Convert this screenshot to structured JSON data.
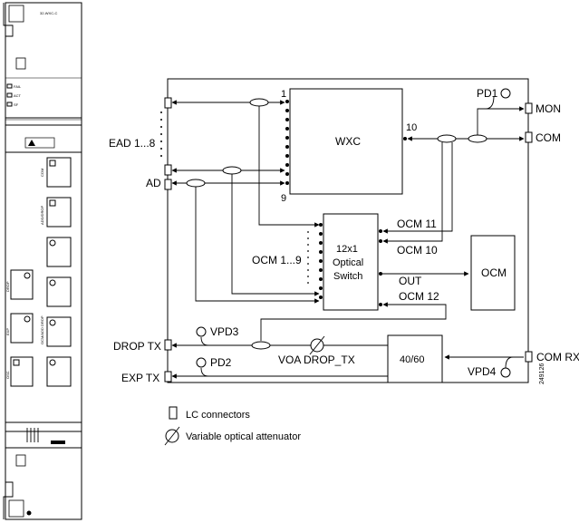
{
  "card": {
    "name_label": "32-WXC-C",
    "leds": [
      "FAIL",
      "ACT",
      "SF"
    ],
    "ports": [
      "COM",
      "ADD/DROP",
      "DROP",
      "EXP",
      "OSC",
      "OCM/ADD DROP"
    ],
    "bottom_text": [
      "",
      ""
    ]
  },
  "diagram": {
    "blocks": {
      "wxc": "WXC",
      "switch": [
        "12x1",
        "Optical",
        "Switch"
      ],
      "ocm": "OCM",
      "splitter": "40/60"
    },
    "ports_left": {
      "ead": "EAD 1...8",
      "ad": "AD",
      "drop_tx": "DROP TX",
      "exp_tx": "EXP TX"
    },
    "ports_right": {
      "mon": "MON",
      "com": "COM",
      "com_rx": "COM RX"
    },
    "inner_labels": {
      "wxc_in_1": "1",
      "wxc_in_9": "9",
      "wxc_out_10": "10",
      "ocm_1_9": "OCM 1...9",
      "ocm_11": "OCM 11",
      "ocm_10": "OCM 10",
      "ocm_12": "OCM 12",
      "out": "OUT",
      "voa": "VOA DROP_TX"
    },
    "photodiodes": {
      "pd1": "PD1",
      "pd2": "PD2",
      "vpd3": "VPD3",
      "vpd4": "VPD4"
    },
    "figure_id": "249126"
  },
  "legend": {
    "lc": "LC connectors",
    "voa": "Variable optical attenuator"
  }
}
